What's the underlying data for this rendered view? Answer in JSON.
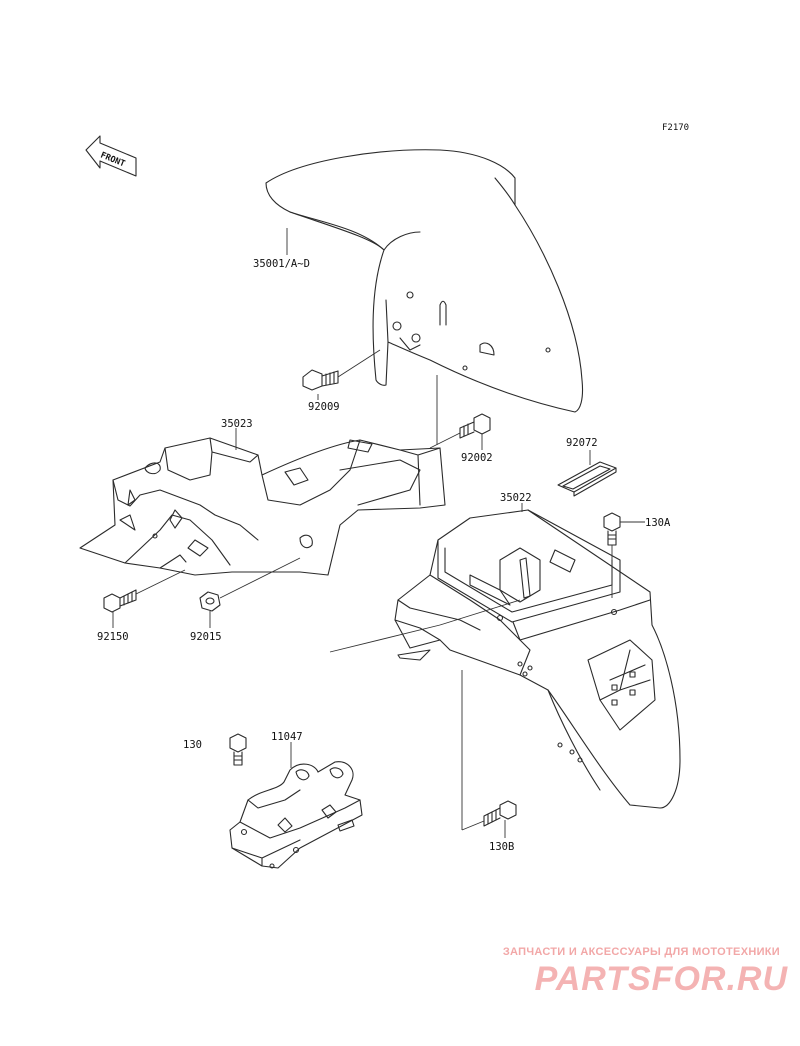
{
  "reference_code": "F2170",
  "front_indicator": "FRONT",
  "parts": {
    "p35001": "35001/A~D",
    "p92009": "92009",
    "p35023": "35023",
    "p92002": "92002",
    "p92072": "92072",
    "p35022": "35022",
    "p130A": "130A",
    "p92150": "92150",
    "p92015": "92015",
    "p130": "130",
    "p11047": "11047",
    "p130B": "130B"
  },
  "watermark": {
    "tagline": "ЗАПЧАСТИ И АКСЕССУАРЫ ДЛЯ МОТОТЕХНИКИ",
    "logo": "PARTSFOR.RU"
  }
}
